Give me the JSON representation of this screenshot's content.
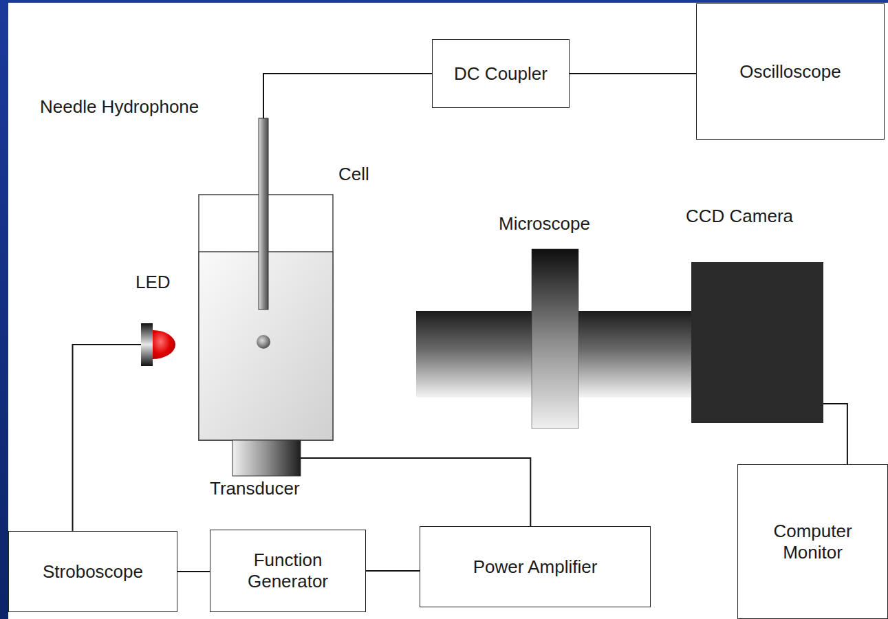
{
  "diagram": {
    "nodes": [
      {
        "text": [
          "DC Coupler"
        ]
      },
      {
        "text": [
          "Oscilloscope"
        ]
      },
      {
        "text": [
          "Needle Hydrophone"
        ]
      },
      {
        "text": [
          "Cell"
        ]
      },
      {
        "text": [
          "Microscope"
        ]
      },
      {
        "text": [
          "CCD Camera"
        ]
      },
      {
        "text": [
          "LED"
        ]
      },
      {
        "text": [
          "Transducer"
        ]
      },
      {
        "text": [
          "Computer Monitor"
        ]
      },
      {
        "text": [
          "Stroboscope"
        ]
      },
      {
        "text": [
          "Function Generator"
        ]
      },
      {
        "text": [
          "Power Amplifier"
        ]
      }
    ],
    "edges": [
      {
        "from": 2,
        "to": 0,
        "arrow": "none"
      },
      {
        "from": 0,
        "to": 1,
        "arrow": "none"
      },
      {
        "from": 7,
        "to": 11,
        "arrow": "none"
      },
      {
        "from": 9,
        "to": 6,
        "arrow": "none"
      },
      {
        "from": 9,
        "to": 10,
        "arrow": "none"
      },
      {
        "from": 10,
        "to": 11,
        "arrow": "none"
      },
      {
        "from": 5,
        "to": 8,
        "arrow": "none"
      }
    ]
  }
}
